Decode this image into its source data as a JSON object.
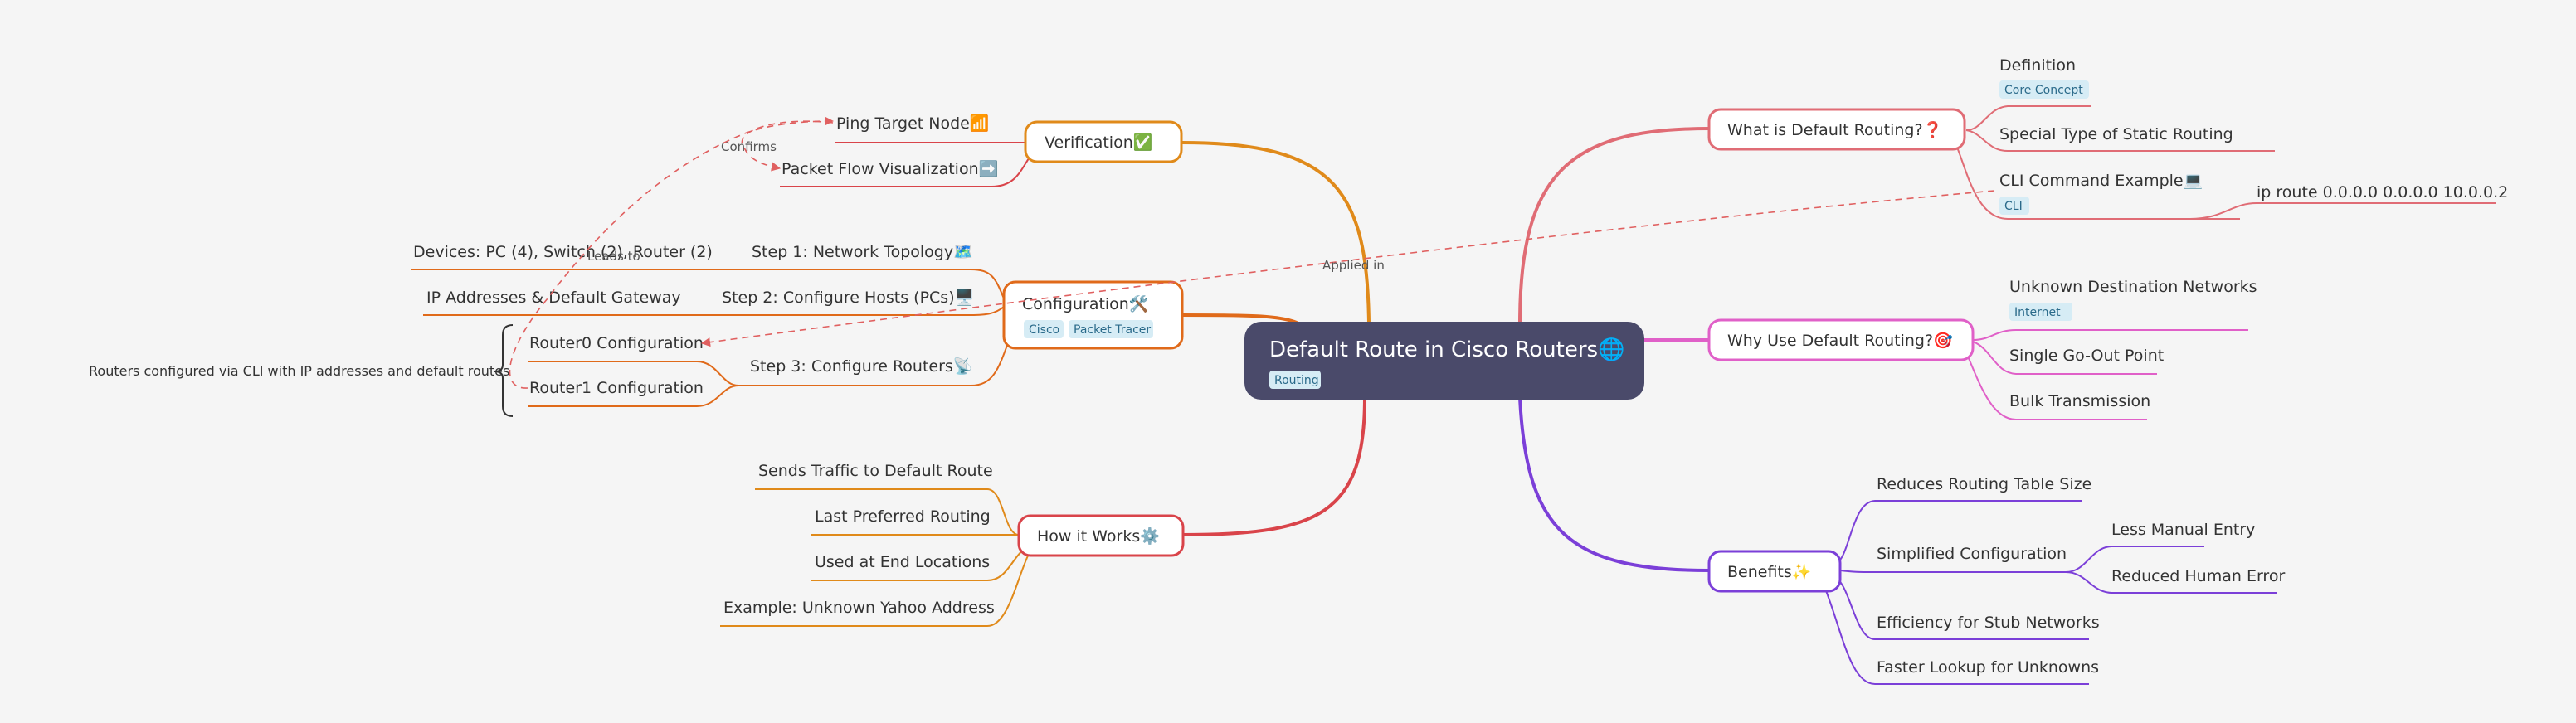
{
  "root": {
    "label": "Default Route in Cisco Routers",
    "icon": "🌐",
    "tag": "Routing"
  },
  "branches": {
    "what": {
      "label": "What is Default Routing?",
      "icon": "❓",
      "items": {
        "definition": {
          "label": "Definition",
          "tag": "Core Concept"
        },
        "static": {
          "label": "Special Type of Static Routing"
        },
        "cli": {
          "label": "CLI Command Example",
          "icon": "💻",
          "tag": "CLI",
          "child": "ip route 0.0.0.0 0.0.0.0 10.0.0.2"
        }
      }
    },
    "why": {
      "label": "Why Use Default Routing?",
      "icon": "🎯",
      "items": {
        "unknown": {
          "label": "Unknown Destination Networks",
          "tag": "Internet"
        },
        "single": {
          "label": "Single Go-Out Point"
        },
        "bulk": {
          "label": "Bulk Transmission"
        }
      }
    },
    "benefits": {
      "label": "Benefits",
      "icon": "✨",
      "items": {
        "reduces": {
          "label": "Reduces Routing Table Size"
        },
        "simplified": {
          "label": "Simplified Configuration",
          "children": [
            "Less Manual Entry",
            "Reduced Human Error"
          ]
        },
        "stub": {
          "label": "Efficiency for Stub Networks"
        },
        "faster": {
          "label": "Faster Lookup for Unknowns"
        }
      }
    },
    "how": {
      "label": "How it Works",
      "icon": "⚙️",
      "items": [
        "Sends Traffic to Default Route",
        "Last Preferred Routing",
        "Used at End Locations",
        "Example: Unknown Yahoo Address"
      ]
    },
    "config": {
      "label": "Configuration",
      "icon": "🛠️",
      "tags": [
        "Cisco",
        "Packet Tracer"
      ],
      "items": {
        "step1": {
          "label": "Step 1: Network Topology",
          "icon": "🗺️",
          "child": "Devices: PC (4), Switch (2), Router (2)"
        },
        "step2": {
          "label": "Step 2: Configure Hosts (PCs)",
          "icon": "🖥️",
          "child": "IP Addresses & Default Gateway"
        },
        "step3": {
          "label": "Step 3: Configure Routers",
          "icon": "📡",
          "children": [
            "Router0 Configuration",
            "Router1 Configuration"
          ]
        }
      },
      "summary": "Routers configured via CLI with IP addresses and default routes"
    },
    "verification": {
      "label": "Verification",
      "icon": "✅",
      "items": {
        "ping": {
          "label": "Ping Target Node",
          "icon": "📶"
        },
        "packet": {
          "label": "Packet Flow Visualization",
          "icon": "➡️"
        }
      }
    }
  },
  "relations": {
    "applied_in": "Applied in",
    "confirms": "Confirms",
    "leads_to": "Leads to"
  },
  "colors": {
    "background": "#f5f5f5",
    "root": "#4a4a6a",
    "what": "#e06c75",
    "why": "#e060c8",
    "benefits": "#7b3fd8",
    "how": "#d9444a",
    "config": "#e06a1a",
    "verification": "#e08a1a",
    "tag_bg": "#d6ecf5",
    "tag_text": "#2a6a8a",
    "dashed": "#e06060"
  }
}
